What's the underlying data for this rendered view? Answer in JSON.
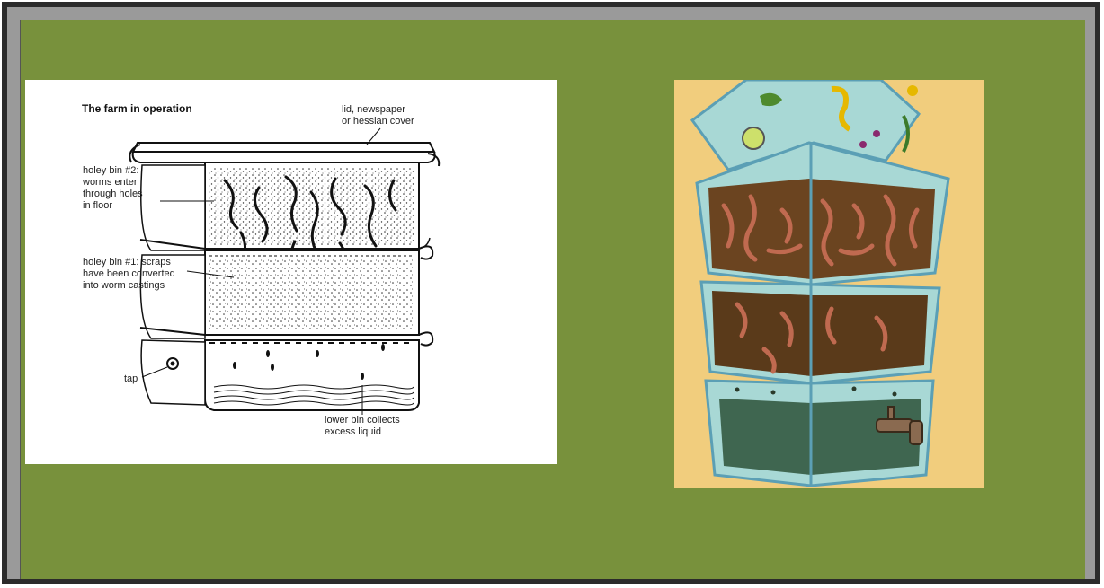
{
  "diagram": {
    "title": "The farm in operation",
    "labels": {
      "lid_line1": "lid, newspaper",
      "lid_line2": "or hessian cover",
      "bin2_line1": "holey bin #2:",
      "bin2_line2": "worms enter",
      "bin2_line3": "through holes",
      "bin2_line4": "in floor",
      "bin1_line1": "holey bin #1: scraps",
      "bin1_line2": "have been converted",
      "bin1_line3": "into worm castings",
      "tap": "tap",
      "lower_line1": "lower bin collects",
      "lower_line2": "excess liquid"
    }
  },
  "colors": {
    "slide_background": "#78913c",
    "illustration_background": "#f1cd7d",
    "glass": "#a8d8d5",
    "soil_dark": "#5a3a1a",
    "soil_rich": "#6b4420",
    "worm": "#c06a50",
    "liquid": "#3f6650"
  }
}
